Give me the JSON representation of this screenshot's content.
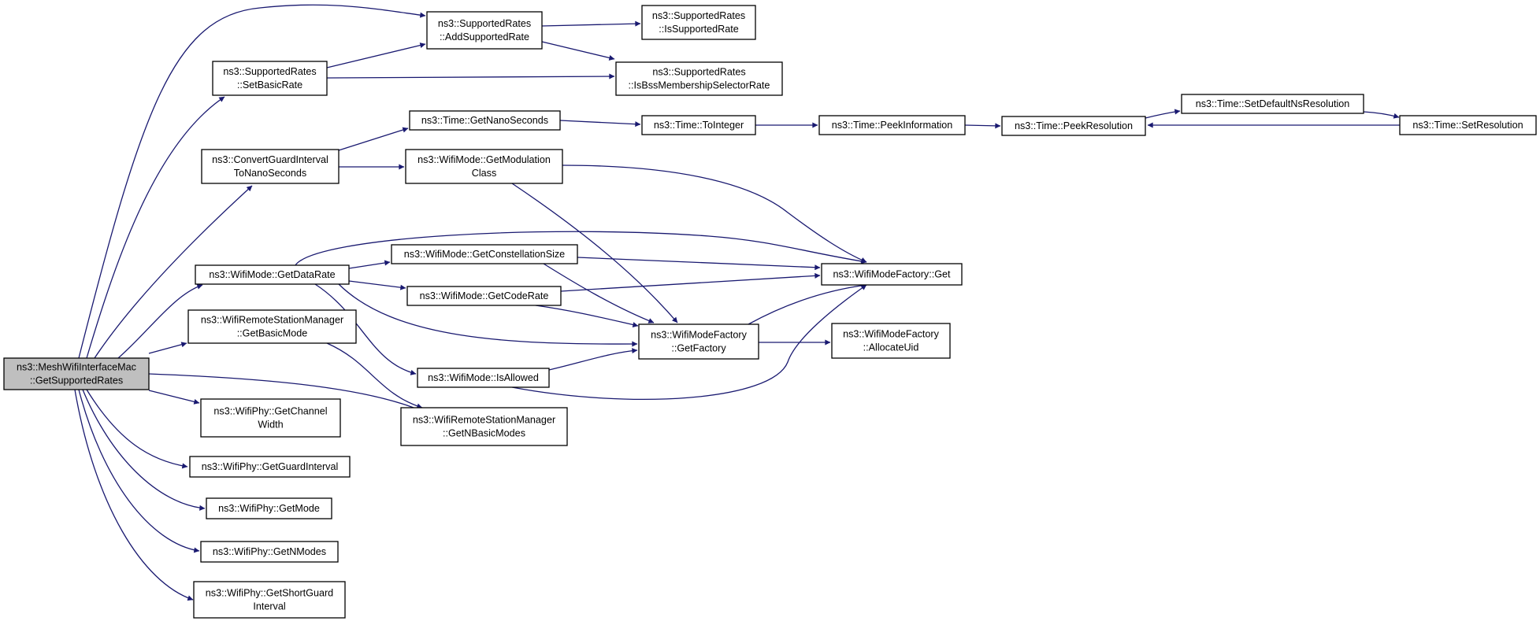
{
  "graph": {
    "root": "n0",
    "colors": {
      "edge": "#191970",
      "node_border": "#000000",
      "node_fill": "#ffffff",
      "root_fill": "#bfbfbf"
    },
    "nodes": [
      {
        "id": "n0",
        "lines": [
          "ns3::MeshWifiInterfaceMac",
          "::GetSupportedRates"
        ]
      },
      {
        "id": "n1",
        "lines": [
          "ns3::SupportedRates",
          "::AddSupportedRate"
        ]
      },
      {
        "id": "n2",
        "lines": [
          "ns3::SupportedRates",
          "::IsSupportedRate"
        ]
      },
      {
        "id": "n3",
        "lines": [
          "ns3::SupportedRates",
          "::IsBssMembershipSelectorRate"
        ]
      },
      {
        "id": "n4",
        "lines": [
          "ns3::SupportedRates",
          "::SetBasicRate"
        ]
      },
      {
        "id": "n5",
        "lines": [
          "ns3::ConvertGuardInterval",
          "ToNanoSeconds"
        ]
      },
      {
        "id": "n6",
        "lines": [
          "ns3::Time::GetNanoSeconds"
        ]
      },
      {
        "id": "n7",
        "lines": [
          "ns3::Time::ToInteger"
        ]
      },
      {
        "id": "n8",
        "lines": [
          "ns3::Time::PeekInformation"
        ]
      },
      {
        "id": "n9",
        "lines": [
          "ns3::Time::PeekResolution"
        ]
      },
      {
        "id": "n10",
        "lines": [
          "ns3::Time::SetDefaultNsResolution"
        ]
      },
      {
        "id": "n11",
        "lines": [
          "ns3::Time::SetResolution"
        ]
      },
      {
        "id": "n12",
        "lines": [
          "ns3::WifiMode::GetModulation",
          "Class"
        ]
      },
      {
        "id": "n13",
        "lines": [
          "ns3::WifiModeFactory::Get"
        ]
      },
      {
        "id": "n14",
        "lines": [
          "ns3::WifiModeFactory",
          "::GetFactory"
        ]
      },
      {
        "id": "n15",
        "lines": [
          "ns3::WifiModeFactory",
          "::AllocateUid"
        ]
      },
      {
        "id": "n16",
        "lines": [
          "ns3::WifiMode::GetDataRate"
        ]
      },
      {
        "id": "n17",
        "lines": [
          "ns3::WifiMode::GetConstellationSize"
        ]
      },
      {
        "id": "n18",
        "lines": [
          "ns3::WifiMode::GetCodeRate"
        ]
      },
      {
        "id": "n19",
        "lines": [
          "ns3::WifiMode::IsAllowed"
        ]
      },
      {
        "id": "n20",
        "lines": [
          "ns3::WifiRemoteStationManager",
          "::GetBasicMode"
        ]
      },
      {
        "id": "n21",
        "lines": [
          "ns3::WifiRemoteStationManager",
          "::GetNBasicModes"
        ]
      },
      {
        "id": "n22",
        "lines": [
          "ns3::WifiPhy::GetChannel",
          "Width"
        ]
      },
      {
        "id": "n23",
        "lines": [
          "ns3::WifiPhy::GetGuardInterval"
        ]
      },
      {
        "id": "n24",
        "lines": [
          "ns3::WifiPhy::GetMode"
        ]
      },
      {
        "id": "n25",
        "lines": [
          "ns3::WifiPhy::GetNModes"
        ]
      },
      {
        "id": "n26",
        "lines": [
          "ns3::WifiPhy::GetShortGuard",
          "Interval"
        ]
      }
    ],
    "edges": [
      {
        "from": "n0",
        "to": "n1"
      },
      {
        "from": "n0",
        "to": "n4"
      },
      {
        "from": "n0",
        "to": "n5"
      },
      {
        "from": "n0",
        "to": "n16"
      },
      {
        "from": "n0",
        "to": "n20"
      },
      {
        "from": "n0",
        "to": "n21"
      },
      {
        "from": "n0",
        "to": "n22"
      },
      {
        "from": "n0",
        "to": "n23"
      },
      {
        "from": "n0",
        "to": "n24"
      },
      {
        "from": "n0",
        "to": "n25"
      },
      {
        "from": "n0",
        "to": "n26"
      },
      {
        "from": "n1",
        "to": "n2"
      },
      {
        "from": "n1",
        "to": "n3"
      },
      {
        "from": "n4",
        "to": "n1"
      },
      {
        "from": "n4",
        "to": "n3"
      },
      {
        "from": "n5",
        "to": "n6"
      },
      {
        "from": "n5",
        "to": "n12"
      },
      {
        "from": "n6",
        "to": "n7"
      },
      {
        "from": "n7",
        "to": "n8"
      },
      {
        "from": "n8",
        "to": "n9"
      },
      {
        "from": "n9",
        "to": "n10"
      },
      {
        "from": "n10",
        "to": "n11"
      },
      {
        "from": "n11",
        "to": "n9"
      },
      {
        "from": "n12",
        "to": "n13"
      },
      {
        "from": "n12",
        "to": "n14"
      },
      {
        "from": "n16",
        "to": "n13"
      },
      {
        "from": "n16",
        "to": "n17"
      },
      {
        "from": "n16",
        "to": "n18"
      },
      {
        "from": "n16",
        "to": "n14"
      },
      {
        "from": "n16",
        "to": "n19"
      },
      {
        "from": "n17",
        "to": "n13"
      },
      {
        "from": "n17",
        "to": "n14"
      },
      {
        "from": "n18",
        "to": "n13"
      },
      {
        "from": "n18",
        "to": "n14"
      },
      {
        "from": "n19",
        "to": "n14"
      },
      {
        "from": "n19",
        "to": "n13"
      },
      {
        "from": "n14",
        "to": "n13"
      },
      {
        "from": "n14",
        "to": "n15"
      },
      {
        "from": "n20",
        "to": "n21"
      }
    ]
  }
}
